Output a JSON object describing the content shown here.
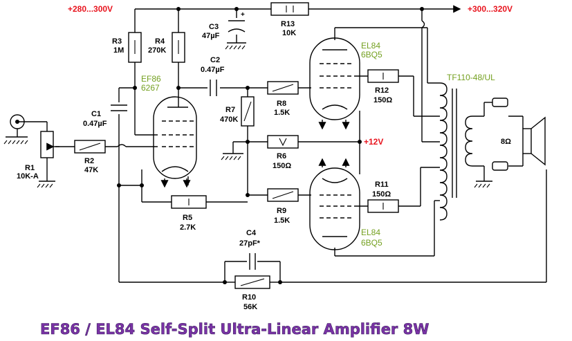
{
  "title": "EF86 / EL84 Self-Split Ultra-Linear Amplifier 8W",
  "colors": {
    "rail_label": "#e8141e",
    "tube_label": "#74a020",
    "title": "#7a32a6"
  },
  "rails": {
    "b_plus_in": "+280...300V",
    "b_plus_out": "+300...320V",
    "bias": "+12V"
  },
  "transformer": "TF110-48/UL",
  "speaker": "8Ω",
  "tubes": {
    "v1": {
      "type": "EF86",
      "alt": "6267"
    },
    "v2": {
      "type": "EL84",
      "alt": "6BQ5"
    },
    "v3": {
      "type": "EL84",
      "alt": "6BQ5"
    }
  },
  "parts": {
    "r1": {
      "name": "R1",
      "value": "10K-A"
    },
    "r2": {
      "name": "R2",
      "value": "47K"
    },
    "r3": {
      "name": "R3",
      "value": "1M"
    },
    "r4": {
      "name": "R4",
      "value": "270K"
    },
    "r5": {
      "name": "R5",
      "value": "2.7K"
    },
    "r6": {
      "name": "R6",
      "value": "150Ω"
    },
    "r7": {
      "name": "R7",
      "value": "470K"
    },
    "r8": {
      "name": "R8",
      "value": "1.5K"
    },
    "r9": {
      "name": "R9",
      "value": "1.5K"
    },
    "r10": {
      "name": "R10",
      "value": "56K"
    },
    "r11": {
      "name": "R11",
      "value": "150Ω"
    },
    "r12": {
      "name": "R12",
      "value": "150Ω"
    },
    "r13": {
      "name": "R13",
      "value": "10K"
    },
    "c1": {
      "name": "C1",
      "value": "0.47µF"
    },
    "c2": {
      "name": "C2",
      "value": "0.47µF"
    },
    "c3": {
      "name": "C3",
      "value": "47µF"
    },
    "c4": {
      "name": "C4",
      "value": "27pF*"
    }
  }
}
